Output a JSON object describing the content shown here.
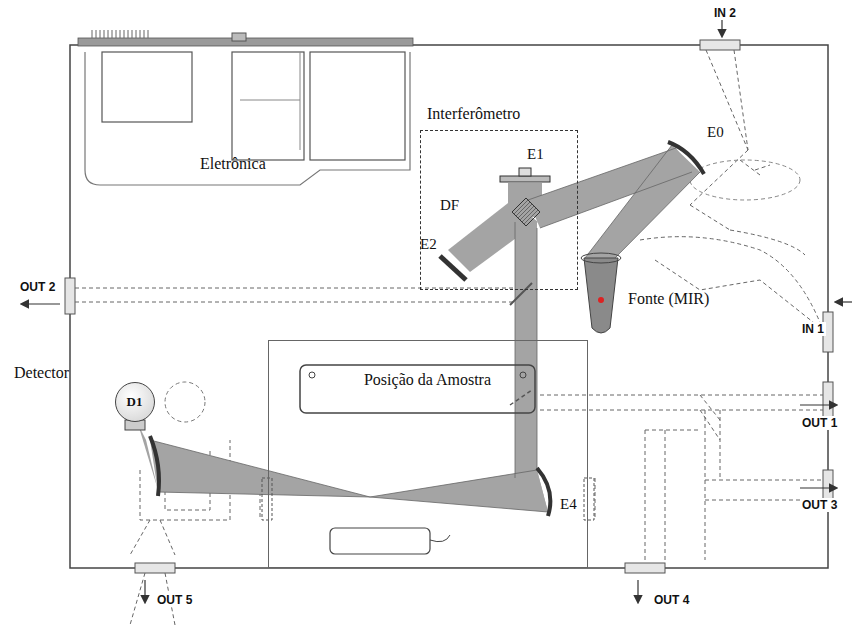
{
  "diagram": {
    "nodes": [
      {
        "text": [
          "Eletrônica"
        ]
      },
      {
        "text": [
          "Interferômetro"
        ]
      },
      {
        "text": [
          "Posição da Amostra"
        ]
      },
      {
        "text": [
          "D1"
        ]
      }
    ],
    "labels": [
      "IN 2",
      "E0",
      "E1",
      "DF",
      "E2",
      "OUT 2",
      "IN 1",
      "Fonte (MIR)",
      "Detector",
      "OUT 1",
      "E4",
      "OUT 3",
      "OUT 5",
      "OUT 4"
    ]
  }
}
